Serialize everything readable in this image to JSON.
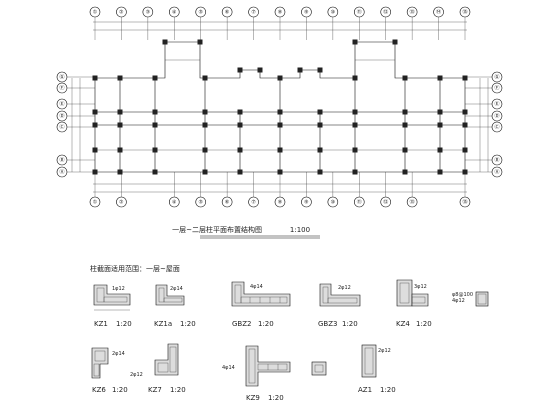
{
  "grid_top": [
    "①",
    "②",
    "③",
    "④",
    "⑤",
    "⑥",
    "⑦",
    "⑧",
    "⑨",
    "⑩",
    "⑪",
    "⑫",
    "⑬",
    "⑭",
    "⑮"
  ],
  "grid_bottom": [
    "①",
    "②",
    "④",
    "⑤",
    "⑥",
    "⑦",
    "⑧",
    "⑨",
    "⑩",
    "⑪",
    "⑫",
    "⑬",
    "⑮"
  ],
  "grid_left": [
    "Ⓖ",
    "Ⓕ",
    "Ⓔ",
    "Ⓓ",
    "Ⓒ",
    "Ⓑ",
    "Ⓐ"
  ],
  "plan_title": "一层~二层柱平面布置结构图",
  "plan_scale": "1:100",
  "table_heading": "柱截面适用范围：一层~屋面",
  "sections_row1": [
    {
      "label": "KZ1",
      "scale": "1:20"
    },
    {
      "label": "KZ1a",
      "scale": "1:20"
    },
    {
      "label": "GBZ2",
      "scale": "1:20"
    },
    {
      "label": "GBZ3",
      "scale": "1:20"
    },
    {
      "label": "KZ4",
      "scale": "1:20"
    }
  ],
  "sections_row2": [
    {
      "label": "KZ6",
      "scale": "1:20"
    },
    {
      "label": "KZ7",
      "scale": "1:20"
    },
    {
      "label": "KZ9",
      "scale": "1:20"
    },
    {
      "label": "",
      "scale": ""
    },
    {
      "label": "AZ1",
      "scale": "1:20"
    }
  ],
  "colors": {
    "ink": "#111111",
    "paper": "#ffffff"
  }
}
